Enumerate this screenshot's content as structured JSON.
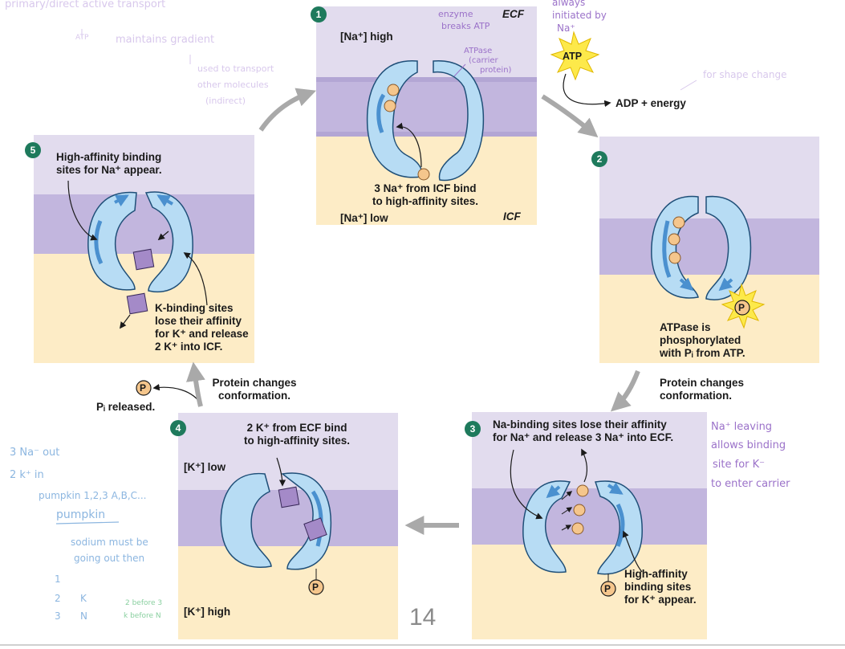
{
  "steps": {
    "s1": {
      "number": "1",
      "na_high": "[Na⁺] high",
      "ecf": "ECF",
      "bind_l1": "3 Na⁺ from ICF bind",
      "bind_l2": "to high-affinity sites.",
      "na_low": "[Na⁺] low",
      "icf": "ICF"
    },
    "atp": {
      "atp_label": "ATP",
      "adp_label": "ADP + energy"
    },
    "s2": {
      "number": "2",
      "p_label": "P",
      "text_l1": "ATPase is",
      "text_l2": "phosphorylated",
      "text_l3": "with Pᵢ from ATP.",
      "conf_l1": "Protein changes",
      "conf_l2": "conformation."
    },
    "s3": {
      "number": "3",
      "top_l1": "Na-binding sites lose their affinity",
      "top_l2": "for Na⁺ and release 3 Na⁺ into ECF.",
      "p_label": "P",
      "bot_l1": "High-affinity",
      "bot_l2": "binding sites",
      "bot_l3": "for K⁺ appear."
    },
    "s4": {
      "number": "4",
      "top_l1": "2 K⁺ from ECF bind",
      "top_l2": "to high-affinity sites.",
      "k_low": "[K⁺] low",
      "k_high": "[K⁺] high",
      "p_label": "P",
      "conf_l1": "Protein changes",
      "conf_l2": "conformation.",
      "pi_p": "P",
      "pi_released": "Pᵢ released."
    },
    "s5": {
      "number": "5",
      "top_l1": "High-affinity binding",
      "top_l2": "sites for Na⁺ appear.",
      "bot_l1": "K-binding sites",
      "bot_l2": "lose their affinity",
      "bot_l3": "for K⁺ and release",
      "bot_l4": "2 K⁺ into ICF."
    }
  },
  "handwritten": {
    "top_left": {
      "l1": "primary/direct active transport",
      "l2": "ATP",
      "l3": "maintains gradient",
      "l4": "used to transport",
      "l5": "other molecules",
      "l6": "(indirect)"
    },
    "enzyme": {
      "l1": "enzyme",
      "l2": "breaks ATP"
    },
    "atpase": {
      "l1": "ATPase",
      "l2": "(carrier",
      "l3": "protein)"
    },
    "always": {
      "l1": "always",
      "l2": "initiated by",
      "l3": "Na⁺"
    },
    "shape": "for shape change",
    "right": {
      "l1": "Na⁺ leaving",
      "l2": "allows binding",
      "l3": "site for K⁻",
      "l4": "to enter carrier"
    },
    "left_bottom": {
      "l1": "3 Na⁻ out",
      "l2": "2 k⁺ in",
      "l3": "pumpkin 1,2,3 A,B,C...",
      "l4": "pumpkin",
      "l5": "sodium must be",
      "l6": "going out then",
      "n1": "1",
      "n2": "2",
      "k": "K",
      "n3": "3",
      "n": "N",
      "g1": "2 before 3",
      "g2": "k before N"
    }
  },
  "page_number": "14",
  "colors": {
    "ecf": "#e2dcee",
    "membrane": "#c2b6de",
    "icf": "#fdecc6",
    "protein_fill": "#b7dcf4",
    "protein_stroke": "#1f4f78",
    "site": "#4a90cf",
    "sodium": "#f5c68c",
    "potassium": "#a48ac8",
    "badge": "#1e7a5c",
    "arrow_grey": "#a9a9a9",
    "atp_burst": "#fde94a"
  }
}
